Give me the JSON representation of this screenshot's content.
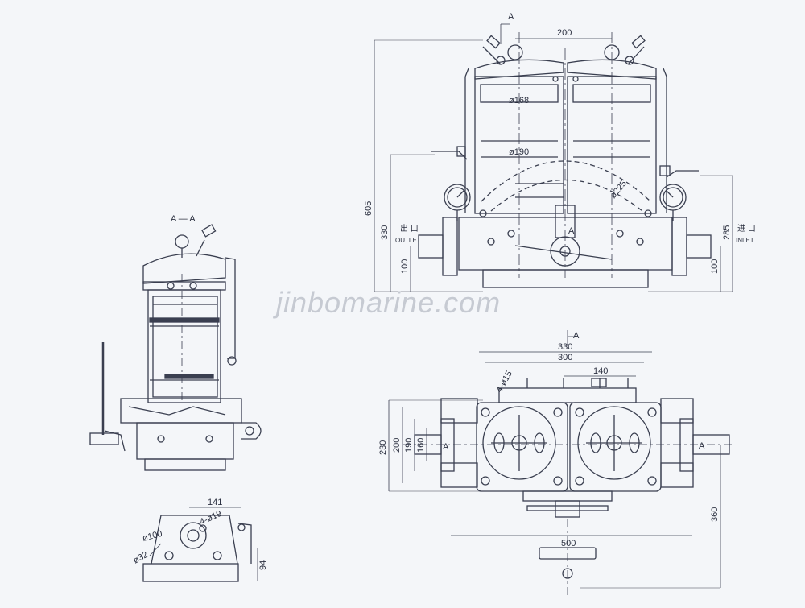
{
  "watermark": "jinbomarine.com",
  "colors": {
    "line": "#3a3f50",
    "background": "#f4f6f9",
    "watermark": "#c6cad2"
  },
  "section_label": "A — A",
  "section_marks": [
    "A",
    "A",
    "A",
    "A",
    "A"
  ],
  "front_view": {
    "dims": {
      "width_top": "200",
      "overall_height": "605",
      "outlet_height": "330",
      "base_height_left": "100",
      "inlet_height": "285",
      "base_height_right": "100",
      "dia_1": "ø168",
      "dia_2": "ø190",
      "dia_3": "ø225"
    },
    "outlet_cn": "出 口",
    "outlet_en": "OUTLET",
    "inlet_cn": "进 口",
    "inlet_en": "INLET"
  },
  "plan_view": {
    "dims": {
      "w330": "330",
      "w300": "300",
      "w140": "140",
      "hole": "4-ø15",
      "h230": "230",
      "h200": "200",
      "h190": "190",
      "h160": "160",
      "w500": "500",
      "v360": "360"
    }
  },
  "base_view": {
    "dims": {
      "w141": "141",
      "holes": "4-ø19",
      "d100": "ø100",
      "d32": "ø32",
      "h94": "94"
    }
  }
}
